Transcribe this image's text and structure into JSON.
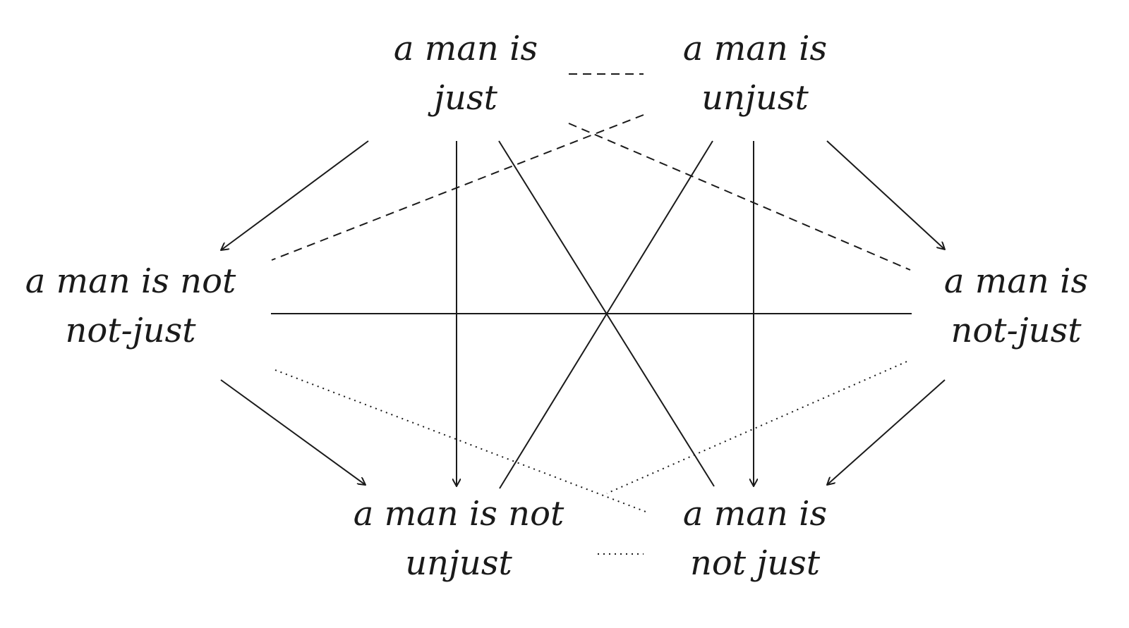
{
  "nodes": {
    "top_left": {
      "line1": "a man is",
      "line2": "just"
    },
    "top_right": {
      "line1": "a man is",
      "line2": "unjust"
    },
    "left": {
      "line1": "a man is not",
      "line2": "not-just"
    },
    "right": {
      "line1": "a man is",
      "line2": "not-just"
    },
    "bottom_left": {
      "line1": "a man is not",
      "line2": "unjust"
    },
    "bottom_right": {
      "line1": "a man is",
      "line2": "not just"
    }
  }
}
